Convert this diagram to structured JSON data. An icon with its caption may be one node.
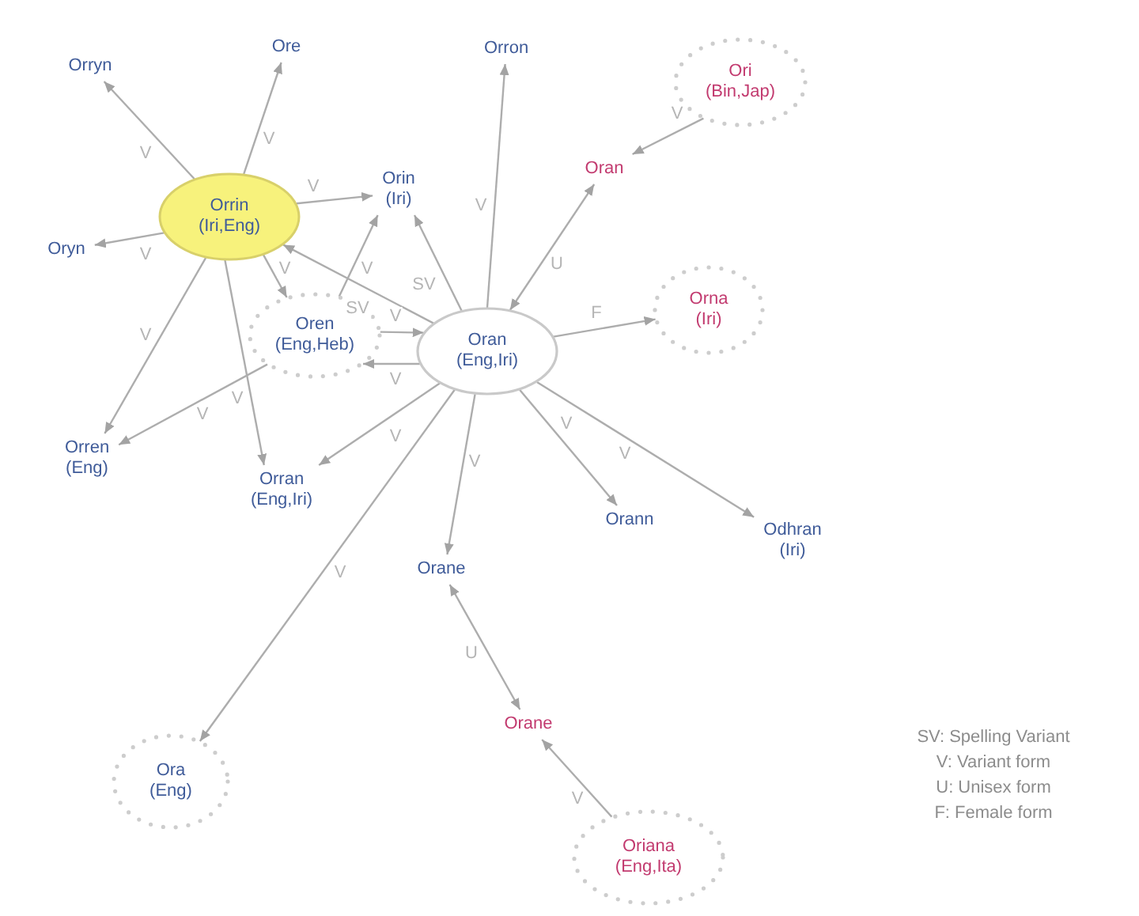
{
  "diagram": {
    "nodes": [
      {
        "text": [
          "Orryn"
        ]
      },
      {
        "text": [
          "Ore"
        ]
      },
      {
        "text": [
          "Orron"
        ]
      },
      {
        "text": [
          "Ori",
          "(Bin,Jap)"
        ]
      },
      {
        "text": [
          "Oran"
        ]
      },
      {
        "text": [
          "Orin",
          "(Iri)"
        ]
      },
      {
        "text": [
          "Orrin",
          "(Iri,Eng)"
        ]
      },
      {
        "text": [
          "Oryn"
        ]
      },
      {
        "text": [
          "Orna",
          "(Iri)"
        ]
      },
      {
        "text": [
          "Oren",
          "(Eng,Heb)"
        ]
      },
      {
        "text": [
          "Oran",
          "(Eng,Iri)"
        ]
      },
      {
        "text": [
          "Orren",
          "(Eng)"
        ]
      },
      {
        "text": [
          "Orran",
          "(Eng,Iri)"
        ]
      },
      {
        "text": [
          "Orann"
        ]
      },
      {
        "text": [
          "Odhran",
          "(Iri)"
        ]
      },
      {
        "text": [
          "Orane"
        ]
      },
      {
        "text": [
          "Orane"
        ]
      },
      {
        "text": [
          "Ora",
          "(Eng)"
        ]
      },
      {
        "text": [
          "Oriana",
          "(Eng,Ita)"
        ]
      }
    ],
    "edges": [
      {
        "from": 6,
        "to": 0,
        "arrow": "to",
        "label": "V"
      },
      {
        "from": 6,
        "to": 1,
        "arrow": "to",
        "label": "V"
      },
      {
        "from": 6,
        "to": 5,
        "arrow": "to",
        "label": "V"
      },
      {
        "from": 6,
        "to": 7,
        "arrow": "to",
        "label": "V"
      },
      {
        "from": 6,
        "to": 9,
        "arrow": "to",
        "label": "V"
      },
      {
        "from": 6,
        "to": 11,
        "arrow": "to",
        "label": "V"
      },
      {
        "from": 6,
        "to": 12,
        "arrow": "to",
        "label": "V"
      },
      {
        "from": 10,
        "to": 6,
        "arrow": "to",
        "label": "SV"
      },
      {
        "from": 9,
        "to": 5,
        "arrow": "to",
        "label": "V"
      },
      {
        "from": 10,
        "to": 5,
        "arrow": "to",
        "label": "SV"
      },
      {
        "from": 9,
        "to": 10,
        "arrow": "to",
        "label": "V"
      },
      {
        "from": 10,
        "to": 9,
        "arrow": "to",
        "label": "V"
      },
      {
        "from": 10,
        "to": 2,
        "arrow": "to",
        "label": "V"
      },
      {
        "from": 10,
        "to": 4,
        "arrow": "both",
        "label": "U"
      },
      {
        "from": 3,
        "to": 4,
        "arrow": "to",
        "label": "V"
      },
      {
        "from": 10,
        "to": 8,
        "arrow": "to",
        "label": "F"
      },
      {
        "from": 9,
        "to": 11,
        "arrow": "to",
        "label": "V"
      },
      {
        "from": 10,
        "to": 12,
        "arrow": "to",
        "label": "V"
      },
      {
        "from": 10,
        "to": 15,
        "arrow": "to",
        "label": "V"
      },
      {
        "from": 10,
        "to": 13,
        "arrow": "to",
        "label": "V"
      },
      {
        "from": 10,
        "to": 14,
        "arrow": "to",
        "label": "V"
      },
      {
        "from": 10,
        "to": 17,
        "arrow": "to",
        "label": "V"
      },
      {
        "from": 15,
        "to": 16,
        "arrow": "both",
        "label": "U"
      },
      {
        "from": 18,
        "to": 16,
        "arrow": "to",
        "label": "V"
      }
    ],
    "labels": [
      "SV: Spelling Variant",
      "V: Variant form",
      "U: Unisex form",
      "F: Female form"
    ]
  }
}
